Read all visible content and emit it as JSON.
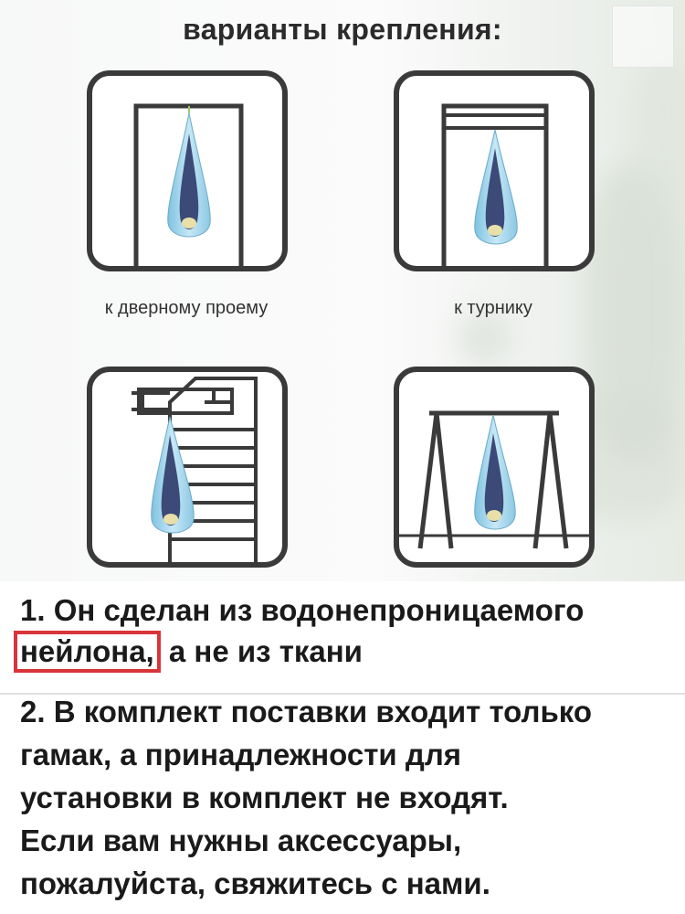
{
  "title": "варианты крепления:",
  "options": [
    {
      "caption": "к дверному проему",
      "icon": "door-frame-icon"
    },
    {
      "caption": "к турнику",
      "icon": "pull-up-bar-icon"
    },
    {
      "caption": "",
      "icon": "wall-bars-icon"
    },
    {
      "caption": "",
      "icon": "swing-frame-icon"
    }
  ],
  "notes": {
    "line1": "1. Он сделан из водонепроницаемого",
    "line2_highlight": "нейлона,",
    "line2_rest": " а не из ткани",
    "line3": "2. В комплект поставки входит только",
    "line4": "гамак, а принадлежности для",
    "line5": "установки в комплект не входят.",
    "line6": "Если вам нужны аксессуары,",
    "line7": "пожалуйста, свяжитесь с нами."
  },
  "colors": {
    "frame": "#3a3a3a",
    "hammock": "#a8d8ee",
    "hammock_inner": "#3c4a78",
    "highlight_border": "#d8343a"
  }
}
